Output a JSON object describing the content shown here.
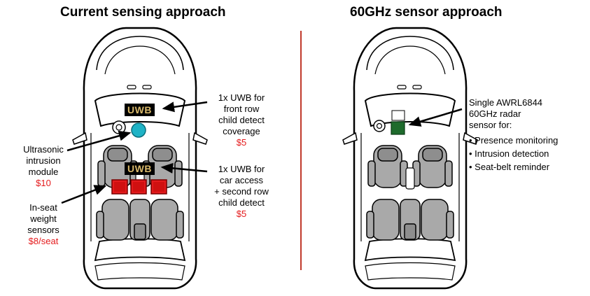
{
  "titles": {
    "left": "Current sensing approach",
    "right": "60GHz sensor approach"
  },
  "uwb_badge": "UWB",
  "left_callouts": {
    "uwb_front": {
      "lines": [
        "1x UWB for",
        "front row",
        "child detect",
        "coverage"
      ],
      "cost": "$5"
    },
    "uwb_access": {
      "lines": [
        "1x UWB for",
        "car access",
        "+ second row",
        "child detect"
      ],
      "cost": "$5"
    },
    "ultrasonic": {
      "lines": [
        "Ultrasonic",
        "intrusion",
        "module"
      ],
      "cost": "$10"
    },
    "weight": {
      "lines": [
        "In-seat",
        "weight",
        "sensors"
      ],
      "cost": "$8/seat"
    }
  },
  "right_callout": {
    "lines": [
      "Single AWRL6844",
      "60GHz radar",
      "sensor for:"
    ],
    "features": [
      "Presence monitoring",
      "Intrusion detection",
      "Seat-belt reminder"
    ]
  },
  "colors": {
    "cost": "#e41a1c",
    "divider": "#c0392b",
    "ultrasonic_module": "#1fb3c6",
    "weight_sensor": "#e41a1c",
    "radar_sensor": "#1e6b2c",
    "seat": "#a9a9a9",
    "uwb_text": "#d8b86a"
  }
}
